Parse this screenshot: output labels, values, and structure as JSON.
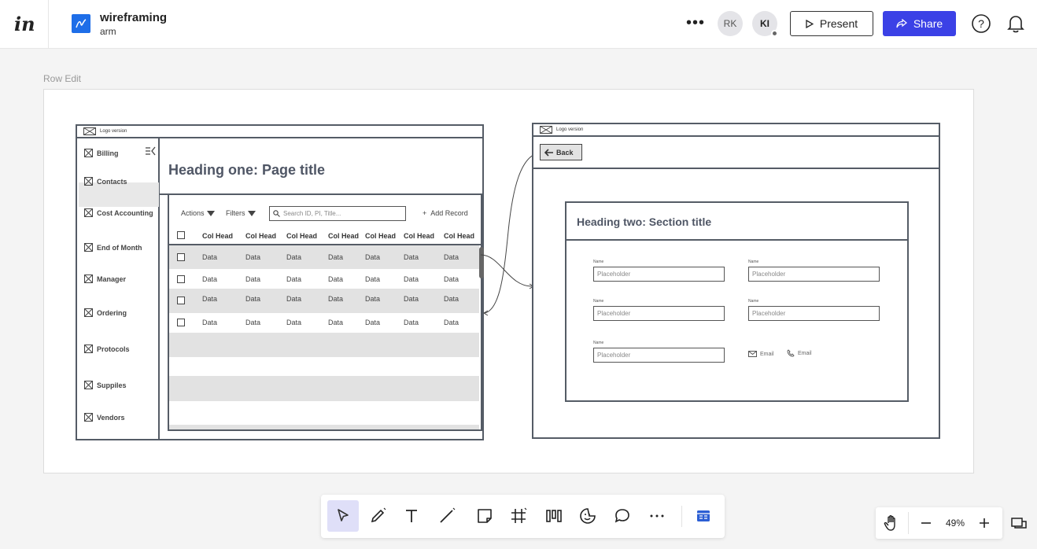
{
  "header": {
    "project_title": "wireframing",
    "project_subtitle": "arm",
    "avatars": [
      "RK",
      "KI"
    ],
    "present_label": "Present",
    "share_label": "Share",
    "accent_color": "#3b41e6"
  },
  "canvas": {
    "frame_label": "Row Edit",
    "left_screen": {
      "logo_text": "Logo   version",
      "sidebar_items": [
        "Billing",
        "Contacts",
        "Cost Accounting",
        "End of Month",
        "Manager",
        "Ordering",
        "Protocols",
        "Suppiles",
        "Vendors"
      ],
      "selected_item": "Contacts",
      "page_title": "Heading one: Page title",
      "actions_label": "Actions",
      "filters_label": "Filters",
      "search_placeholder": "Search ID, PI, Title...",
      "add_record_label": "Add Record",
      "columns": [
        "Col Head",
        "Col Head",
        "Col Head",
        "Col Head",
        "Col Head",
        "Col Head",
        "Col Head"
      ],
      "rows": [
        [
          "Data",
          "Data",
          "Data",
          "Data",
          "Data",
          "Data",
          "Data"
        ],
        [
          "Data",
          "Data",
          "Data",
          "Data",
          "Data",
          "Data",
          "Data"
        ],
        [
          "Data",
          "Data",
          "Data",
          "Data",
          "Data",
          "Data",
          "Data"
        ],
        [
          "Data",
          "Data",
          "Data",
          "Data",
          "Data",
          "Data",
          "Data"
        ]
      ]
    },
    "right_screen": {
      "logo_text": "Logo   version",
      "back_label": "Back",
      "section_title": "Heading two: Section title",
      "field_label": "Name",
      "field_placeholder": "Placeholder",
      "email_label": "Email",
      "phone_label": "Email"
    }
  },
  "toolbar": {
    "tools": [
      "select-icon",
      "pen-icon",
      "text-icon",
      "line-icon",
      "sticky-note-icon",
      "frame-icon",
      "layout-icon",
      "sticker-icon",
      "comment-icon",
      "more-icon",
      "widget-icon"
    ]
  },
  "zoom": {
    "value": "49%"
  }
}
